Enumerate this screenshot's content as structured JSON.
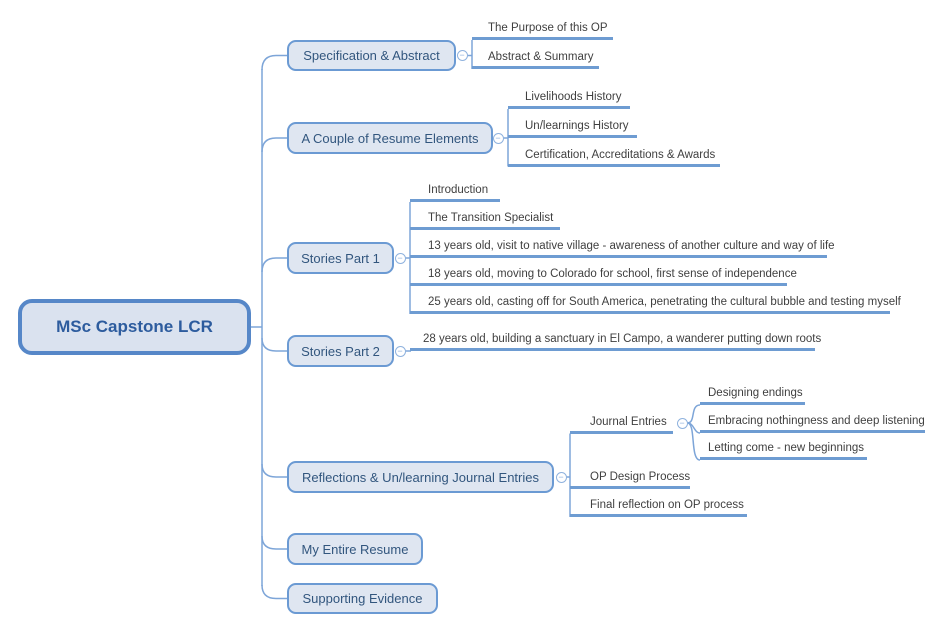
{
  "app": {
    "type": "mind-map"
  },
  "icons": {
    "collapse_glyph": "−"
  },
  "colors": {
    "background": "#ffffff",
    "connector_line": "#7da5d8",
    "leaf_underline": "#6e9cd2",
    "branch_border": "#6b9ad3",
    "branch_fill": "#dfe6f1",
    "branch_text": "#32567e",
    "root_border": "#5687c8",
    "root_fill": "#dae2ef",
    "root_text": "#2d5c9e",
    "leaf_text": "#3f3f3f"
  },
  "tree": {
    "root": {
      "label": "MSc Capstone LCR"
    },
    "branches": [
      {
        "label": "Specification & Abstract",
        "children": [
          {
            "label": "The Purpose of this OP"
          },
          {
            "label": "Abstract & Summary"
          }
        ]
      },
      {
        "label": "A Couple of Resume Elements",
        "children": [
          {
            "label": "Livelihoods History"
          },
          {
            "label": "Un/learnings History"
          },
          {
            "label": "Certification, Accreditations & Awards"
          }
        ]
      },
      {
        "label": "Stories Part 1",
        "children": [
          {
            "label": "Introduction"
          },
          {
            "label": "The Transition Specialist"
          },
          {
            "label": "13 years old, visit to native village - awareness of another culture and way of life"
          },
          {
            "label": "18 years old, moving to Colorado for school, first sense of independence"
          },
          {
            "label": "25 years old, casting off for South America, penetrating the cultural bubble and testing myself"
          }
        ]
      },
      {
        "label": "Stories Part 2",
        "children": [
          {
            "label": "28 years old, building a sanctuary in El Campo, a wanderer putting down roots"
          }
        ]
      },
      {
        "label": "Reflections & Un/learning Journal Entries",
        "children": [
          {
            "label": "Journal Entries",
            "children": [
              {
                "label": "Designing endings"
              },
              {
                "label": "Embracing nothingness and deep listening"
              },
              {
                "label": "Letting come - new beginnings"
              }
            ]
          },
          {
            "label": "OP Design Process"
          },
          {
            "label": "Final reflection on OP process"
          }
        ]
      },
      {
        "label": "My Entire Resume"
      },
      {
        "label": "Supporting Evidence"
      }
    ]
  }
}
